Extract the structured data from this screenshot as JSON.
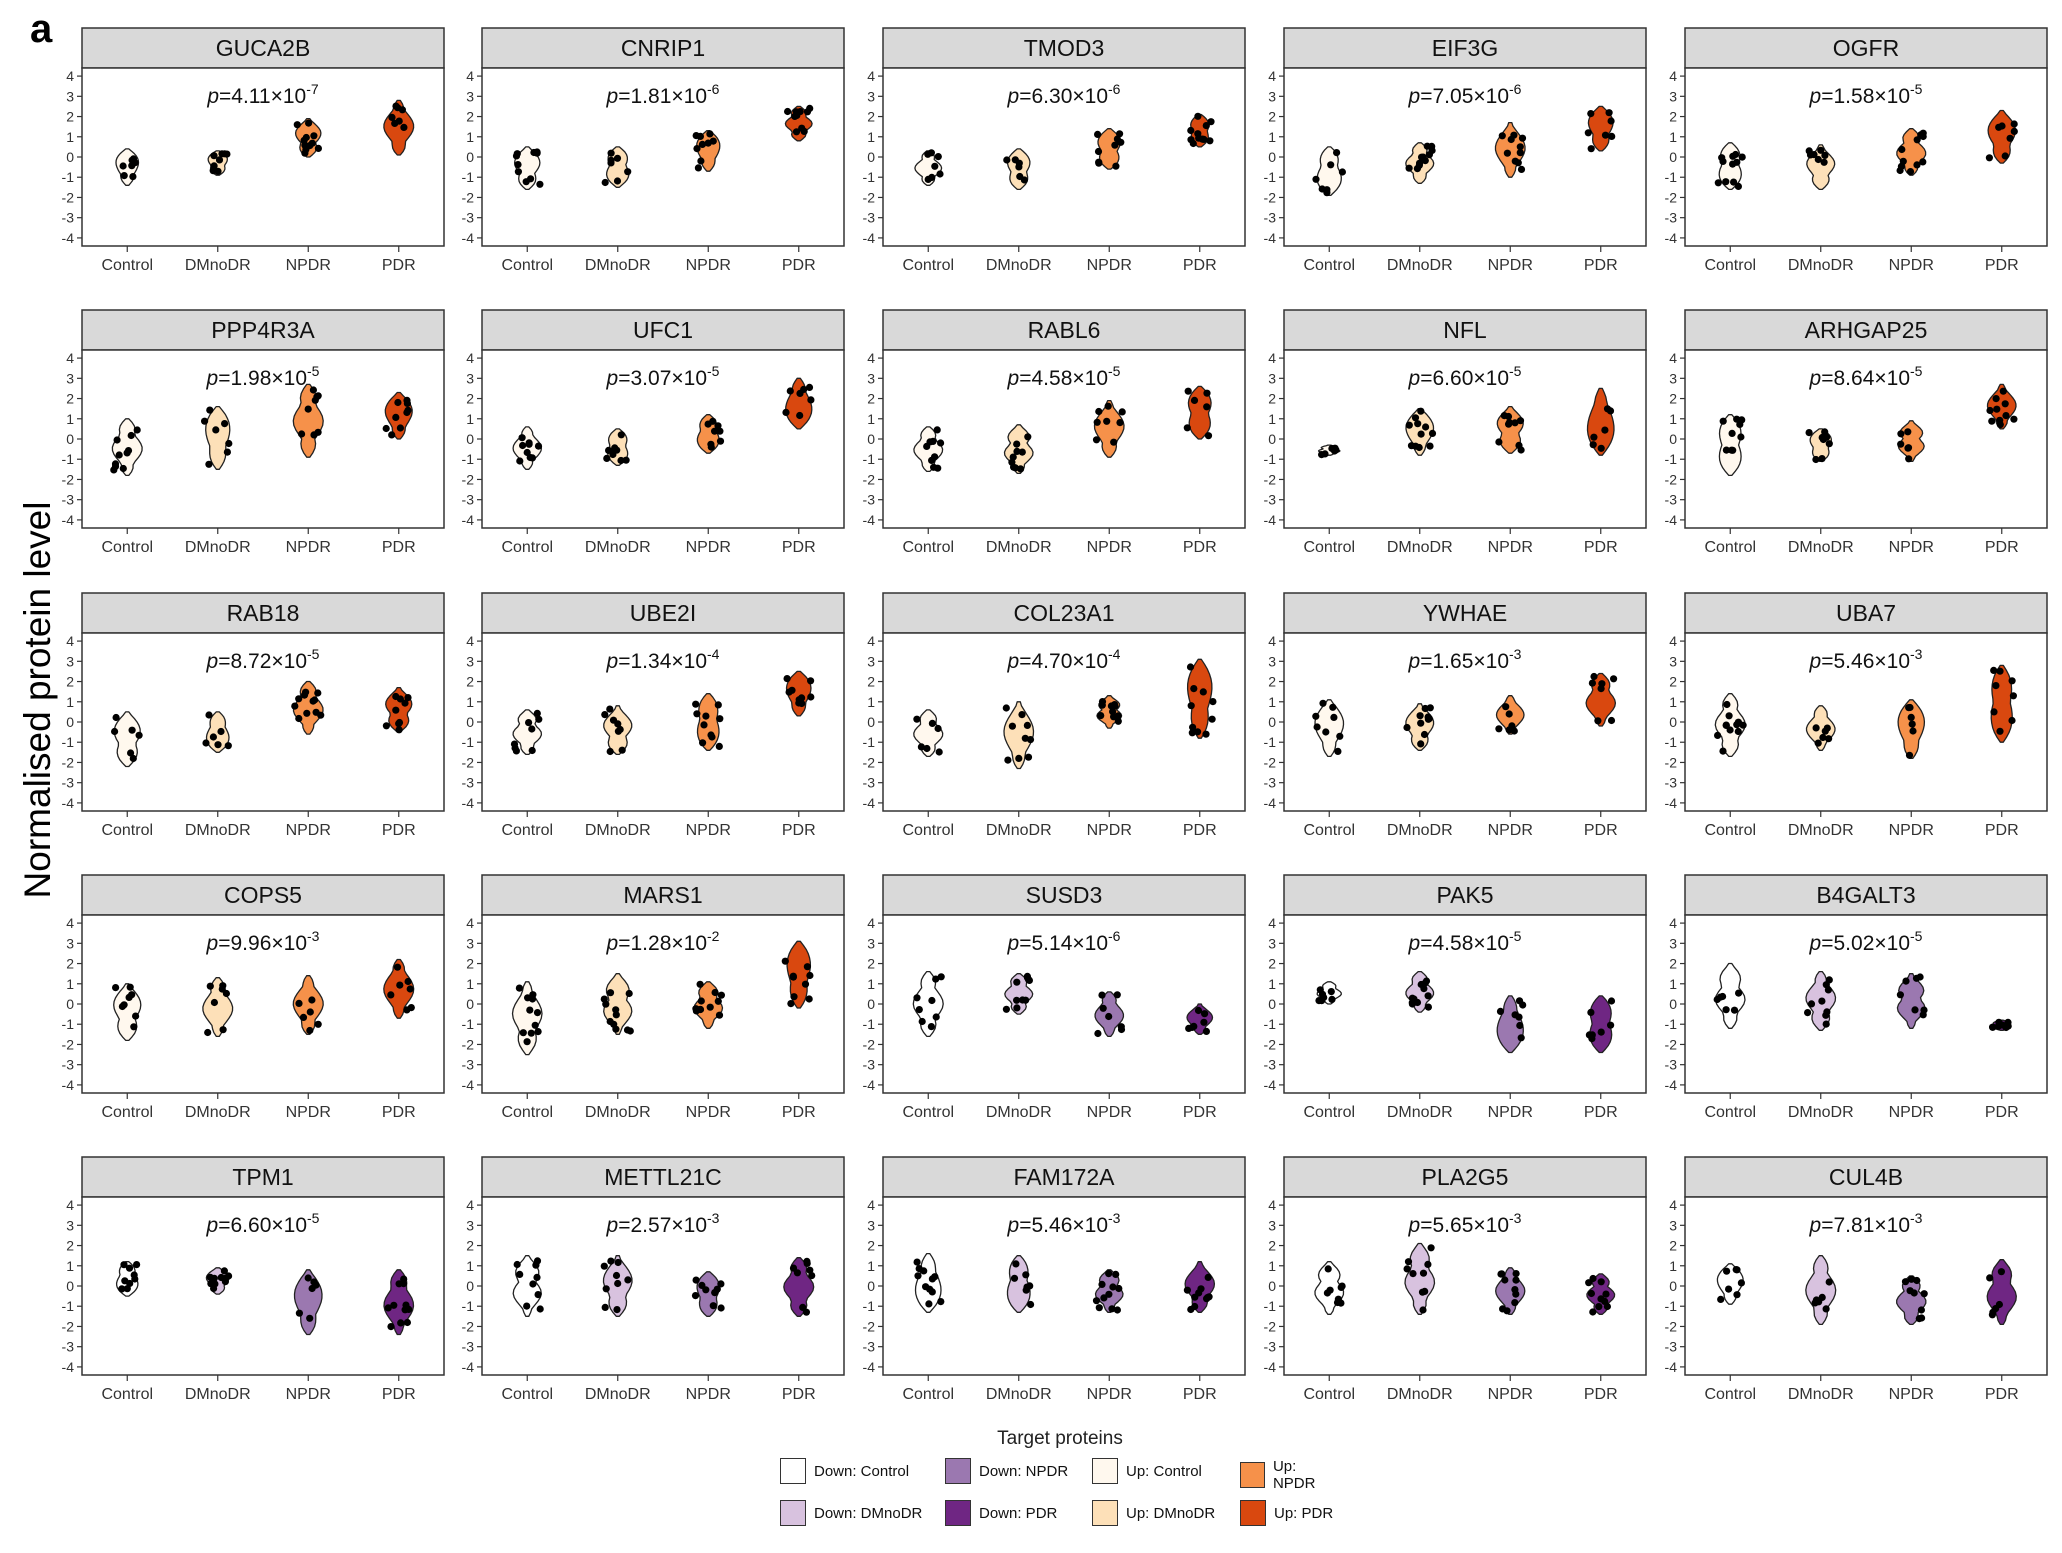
{
  "panel_label": "a",
  "y_axis_label": "Normalised protein level",
  "legend": {
    "title": "Target proteins",
    "items": [
      {
        "label": "Down: Control",
        "color": "#ffffff"
      },
      {
        "label": "Down: DMnoDR",
        "color": "#d8c2df"
      },
      {
        "label": "Down: NPDR",
        "color": "#9b78b0"
      },
      {
        "label": "Down: PDR",
        "color": "#6f2683"
      },
      {
        "label": "Up: Control",
        "color": "#fff8ee"
      },
      {
        "label": "Up: DMnoDR",
        "color": "#fde0b8"
      },
      {
        "label": "Up: NPDR",
        "color": "#f6914a"
      },
      {
        "label": "Up: PDR",
        "color": "#d9480f"
      }
    ]
  },
  "chart_data": {
    "type": "violin",
    "groups": [
      "Control",
      "DMnoDR",
      "NPDR",
      "PDR"
    ],
    "yticks": [
      4,
      3,
      2,
      1,
      0,
      -1,
      -2,
      -3,
      -4
    ],
    "ylim": [
      -4.4,
      4.4
    ],
    "panels": [
      {
        "protein": "GUCA2B",
        "direction": "Up",
        "p_base": "4.11",
        "p_exp": "-7",
        "ranges": [
          [
            -1.4,
            0.4
          ],
          [
            -0.9,
            0.3
          ],
          [
            0,
            1.9
          ],
          [
            0.1,
            2.8
          ]
        ]
      },
      {
        "protein": "CNRIP1",
        "direction": "Up",
        "p_base": "1.81",
        "p_exp": "-6",
        "ranges": [
          [
            -1.6,
            0.5
          ],
          [
            -1.5,
            0.5
          ],
          [
            -0.7,
            1.3
          ],
          [
            0.8,
            2.5
          ]
        ]
      },
      {
        "protein": "TMOD3",
        "direction": "Up",
        "p_base": "6.30",
        "p_exp": "-6",
        "ranges": [
          [
            -1.4,
            0.3
          ],
          [
            -1.6,
            0.4
          ],
          [
            -0.6,
            1.4
          ],
          [
            0.5,
            2.1
          ]
        ]
      },
      {
        "protein": "EIF3G",
        "direction": "Up",
        "p_base": "7.05",
        "p_exp": "-6",
        "ranges": [
          [
            -1.9,
            0.5
          ],
          [
            -1.3,
            0.7
          ],
          [
            -1,
            1.7
          ],
          [
            0.3,
            2.5
          ]
        ]
      },
      {
        "protein": "OGFR",
        "direction": "Up",
        "p_base": "1.58",
        "p_exp": "-5",
        "ranges": [
          [
            -1.6,
            0.7
          ],
          [
            -1.6,
            0.6
          ],
          [
            -0.9,
            1.4
          ],
          [
            -0.3,
            2.3
          ]
        ]
      },
      {
        "protein": "PPP4R3A",
        "direction": "Up",
        "p_base": "1.98",
        "p_exp": "-5",
        "ranges": [
          [
            -1.8,
            1
          ],
          [
            -1.5,
            1.6
          ],
          [
            -0.9,
            2.7
          ],
          [
            0,
            2.3
          ]
        ]
      },
      {
        "protein": "UFC1",
        "direction": "Up",
        "p_base": "3.07",
        "p_exp": "-5",
        "ranges": [
          [
            -1.5,
            0.6
          ],
          [
            -1.3,
            0.5
          ],
          [
            -0.7,
            1.2
          ],
          [
            0.5,
            3
          ]
        ]
      },
      {
        "protein": "RABL6",
        "direction": "Up",
        "p_base": "4.58",
        "p_exp": "-5",
        "ranges": [
          [
            -1.6,
            0.6
          ],
          [
            -1.7,
            0.7
          ],
          [
            -0.9,
            1.9
          ],
          [
            0,
            2.6
          ]
        ]
      },
      {
        "protein": "NFL",
        "direction": "Up",
        "p_base": "6.60",
        "p_exp": "-5",
        "ranges": [
          [
            -0.8,
            -0.3
          ],
          [
            -0.8,
            1.5
          ],
          [
            -0.7,
            1.6
          ],
          [
            -0.8,
            2.5
          ]
        ]
      },
      {
        "protein": "ARHGAP25",
        "direction": "Up",
        "p_base": "8.64",
        "p_exp": "-5",
        "ranges": [
          [
            -1.8,
            1.2
          ],
          [
            -1.1,
            0.5
          ],
          [
            -1.1,
            0.9
          ],
          [
            0.5,
            2.7
          ]
        ]
      },
      {
        "protein": "RAB18",
        "direction": "Up",
        "p_base": "8.72",
        "p_exp": "-5",
        "ranges": [
          [
            -2.2,
            0.5
          ],
          [
            -1.5,
            0.5
          ],
          [
            -0.6,
            2
          ],
          [
            -0.5,
            1.7
          ]
        ]
      },
      {
        "protein": "UBE2I",
        "direction": "Up",
        "p_base": "1.34",
        "p_exp": "-4",
        "ranges": [
          [
            -1.6,
            0.6
          ],
          [
            -1.6,
            0.8
          ],
          [
            -1.4,
            1.4
          ],
          [
            0.3,
            2.5
          ]
        ]
      },
      {
        "protein": "COL23A1",
        "direction": "Up",
        "p_base": "4.70",
        "p_exp": "-4",
        "ranges": [
          [
            -1.7,
            0.6
          ],
          [
            -2.3,
            1
          ],
          [
            -0.3,
            1.3
          ],
          [
            -0.8,
            3.1
          ]
        ]
      },
      {
        "protein": "YWHAE",
        "direction": "Up",
        "p_base": "1.65",
        "p_exp": "-3",
        "ranges": [
          [
            -1.7,
            1.1
          ],
          [
            -1.4,
            0.9
          ],
          [
            -0.6,
            1.3
          ],
          [
            -0.2,
            2.4
          ]
        ]
      },
      {
        "protein": "UBA7",
        "direction": "Up",
        "p_base": "5.46",
        "p_exp": "-3",
        "ranges": [
          [
            -1.7,
            1.4
          ],
          [
            -1.4,
            0.8
          ],
          [
            -1.8,
            1.1
          ],
          [
            -1,
            2.8
          ]
        ]
      },
      {
        "protein": "COPS5",
        "direction": "Up",
        "p_base": "9.96",
        "p_exp": "-3",
        "ranges": [
          [
            -1.8,
            1
          ],
          [
            -1.6,
            1.3
          ],
          [
            -1.5,
            1.4
          ],
          [
            -0.7,
            2.2
          ]
        ]
      },
      {
        "protein": "MARS1",
        "direction": "Up",
        "p_base": "1.28",
        "p_exp": "-2",
        "ranges": [
          [
            -2.5,
            1.1
          ],
          [
            -1.5,
            1.5
          ],
          [
            -1.2,
            1.1
          ],
          [
            -0.2,
            3.1
          ]
        ]
      },
      {
        "protein": "SUSD3",
        "direction": "Down",
        "p_base": "5.14",
        "p_exp": "-6",
        "ranges": [
          [
            -1.6,
            1.6
          ],
          [
            -0.5,
            1.5
          ],
          [
            -1.6,
            0.6
          ],
          [
            -1.5,
            0
          ]
        ]
      },
      {
        "protein": "PAK5",
        "direction": "Down",
        "p_base": "4.58",
        "p_exp": "-5",
        "ranges": [
          [
            0,
            1.1
          ],
          [
            -0.4,
            1.6
          ],
          [
            -2.4,
            0.4
          ],
          [
            -2.4,
            0.4
          ]
        ]
      },
      {
        "protein": "B4GALT3",
        "direction": "Down",
        "p_base": "5.02",
        "p_exp": "-5",
        "ranges": [
          [
            -1.2,
            2
          ],
          [
            -1.3,
            1.6
          ],
          [
            -1.2,
            1.5
          ],
          [
            -1.3,
            -0.8
          ]
        ]
      },
      {
        "protein": "TPM1",
        "direction": "Down",
        "p_base": "6.60",
        "p_exp": "-5",
        "ranges": [
          [
            -0.5,
            1.2
          ],
          [
            -0.4,
            0.9
          ],
          [
            -2.4,
            0.8
          ],
          [
            -2.4,
            0.8
          ]
        ]
      },
      {
        "protein": "METTL21C",
        "direction": "Down",
        "p_base": "2.57",
        "p_exp": "-3",
        "ranges": [
          [
            -1.5,
            1.5
          ],
          [
            -1.5,
            1.5
          ],
          [
            -1.5,
            0.7
          ],
          [
            -1.5,
            1.4
          ]
        ]
      },
      {
        "protein": "FAM172A",
        "direction": "Down",
        "p_base": "5.46",
        "p_exp": "-3",
        "ranges": [
          [
            -1.3,
            1.6
          ],
          [
            -1.3,
            1.5
          ],
          [
            -1.3,
            0.8
          ],
          [
            -1.3,
            1.2
          ]
        ]
      },
      {
        "protein": "PLA2G5",
        "direction": "Down",
        "p_base": "5.65",
        "p_exp": "-3",
        "ranges": [
          [
            -1.4,
            1.2
          ],
          [
            -1.4,
            2.1
          ],
          [
            -1.4,
            0.9
          ],
          [
            -1.4,
            0.6
          ]
        ]
      },
      {
        "protein": "CUL4B",
        "direction": "Down",
        "p_base": "7.81",
        "p_exp": "-3",
        "ranges": [
          [
            -0.9,
            1.1
          ],
          [
            -1.9,
            1.5
          ],
          [
            -1.9,
            0.5
          ],
          [
            -1.9,
            1.3
          ]
        ]
      }
    ]
  }
}
